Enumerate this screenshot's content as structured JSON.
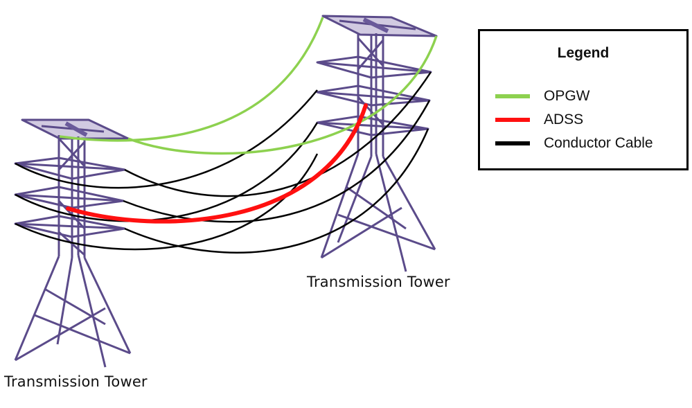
{
  "legend": {
    "title": "Legend",
    "items": [
      {
        "label": "OPGW",
        "color": "#8dd14f"
      },
      {
        "label": "ADSS",
        "color": "#ff1010"
      },
      {
        "label": "Conductor Cable",
        "color": "#000000"
      }
    ]
  },
  "towers": {
    "left_label": "Transmission Tower",
    "right_label": "Transmission Tower",
    "color": "#5b4b8a"
  }
}
